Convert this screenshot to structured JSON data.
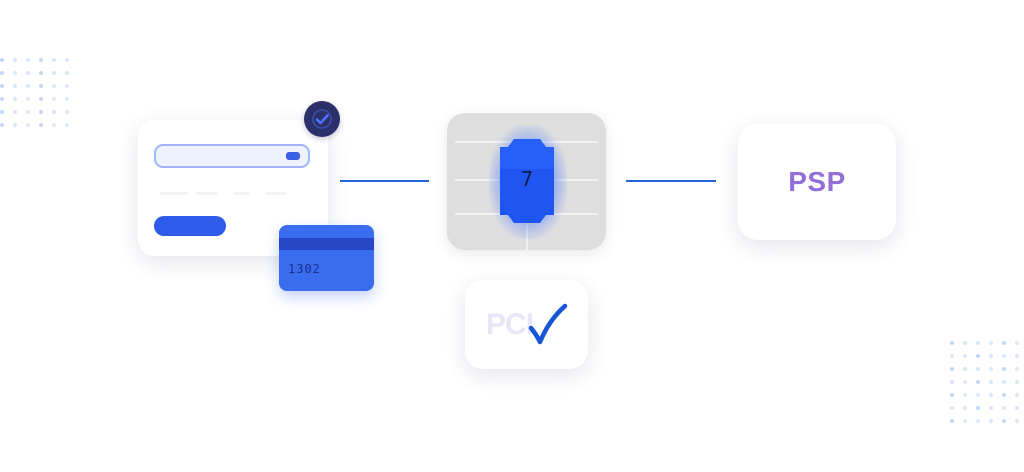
{
  "credit_card": {
    "number": "1302"
  },
  "chip": {
    "digit": "7"
  },
  "psp": {
    "label": "PSP"
  },
  "pci": {
    "label": "PCI"
  },
  "colors": {
    "accent_blue": "#2f5be9",
    "connector_blue": "#2163d8",
    "psp_purple": "#9370d9",
    "badge_navy": "#2b2f6a",
    "chip_grey": "#dededf"
  }
}
